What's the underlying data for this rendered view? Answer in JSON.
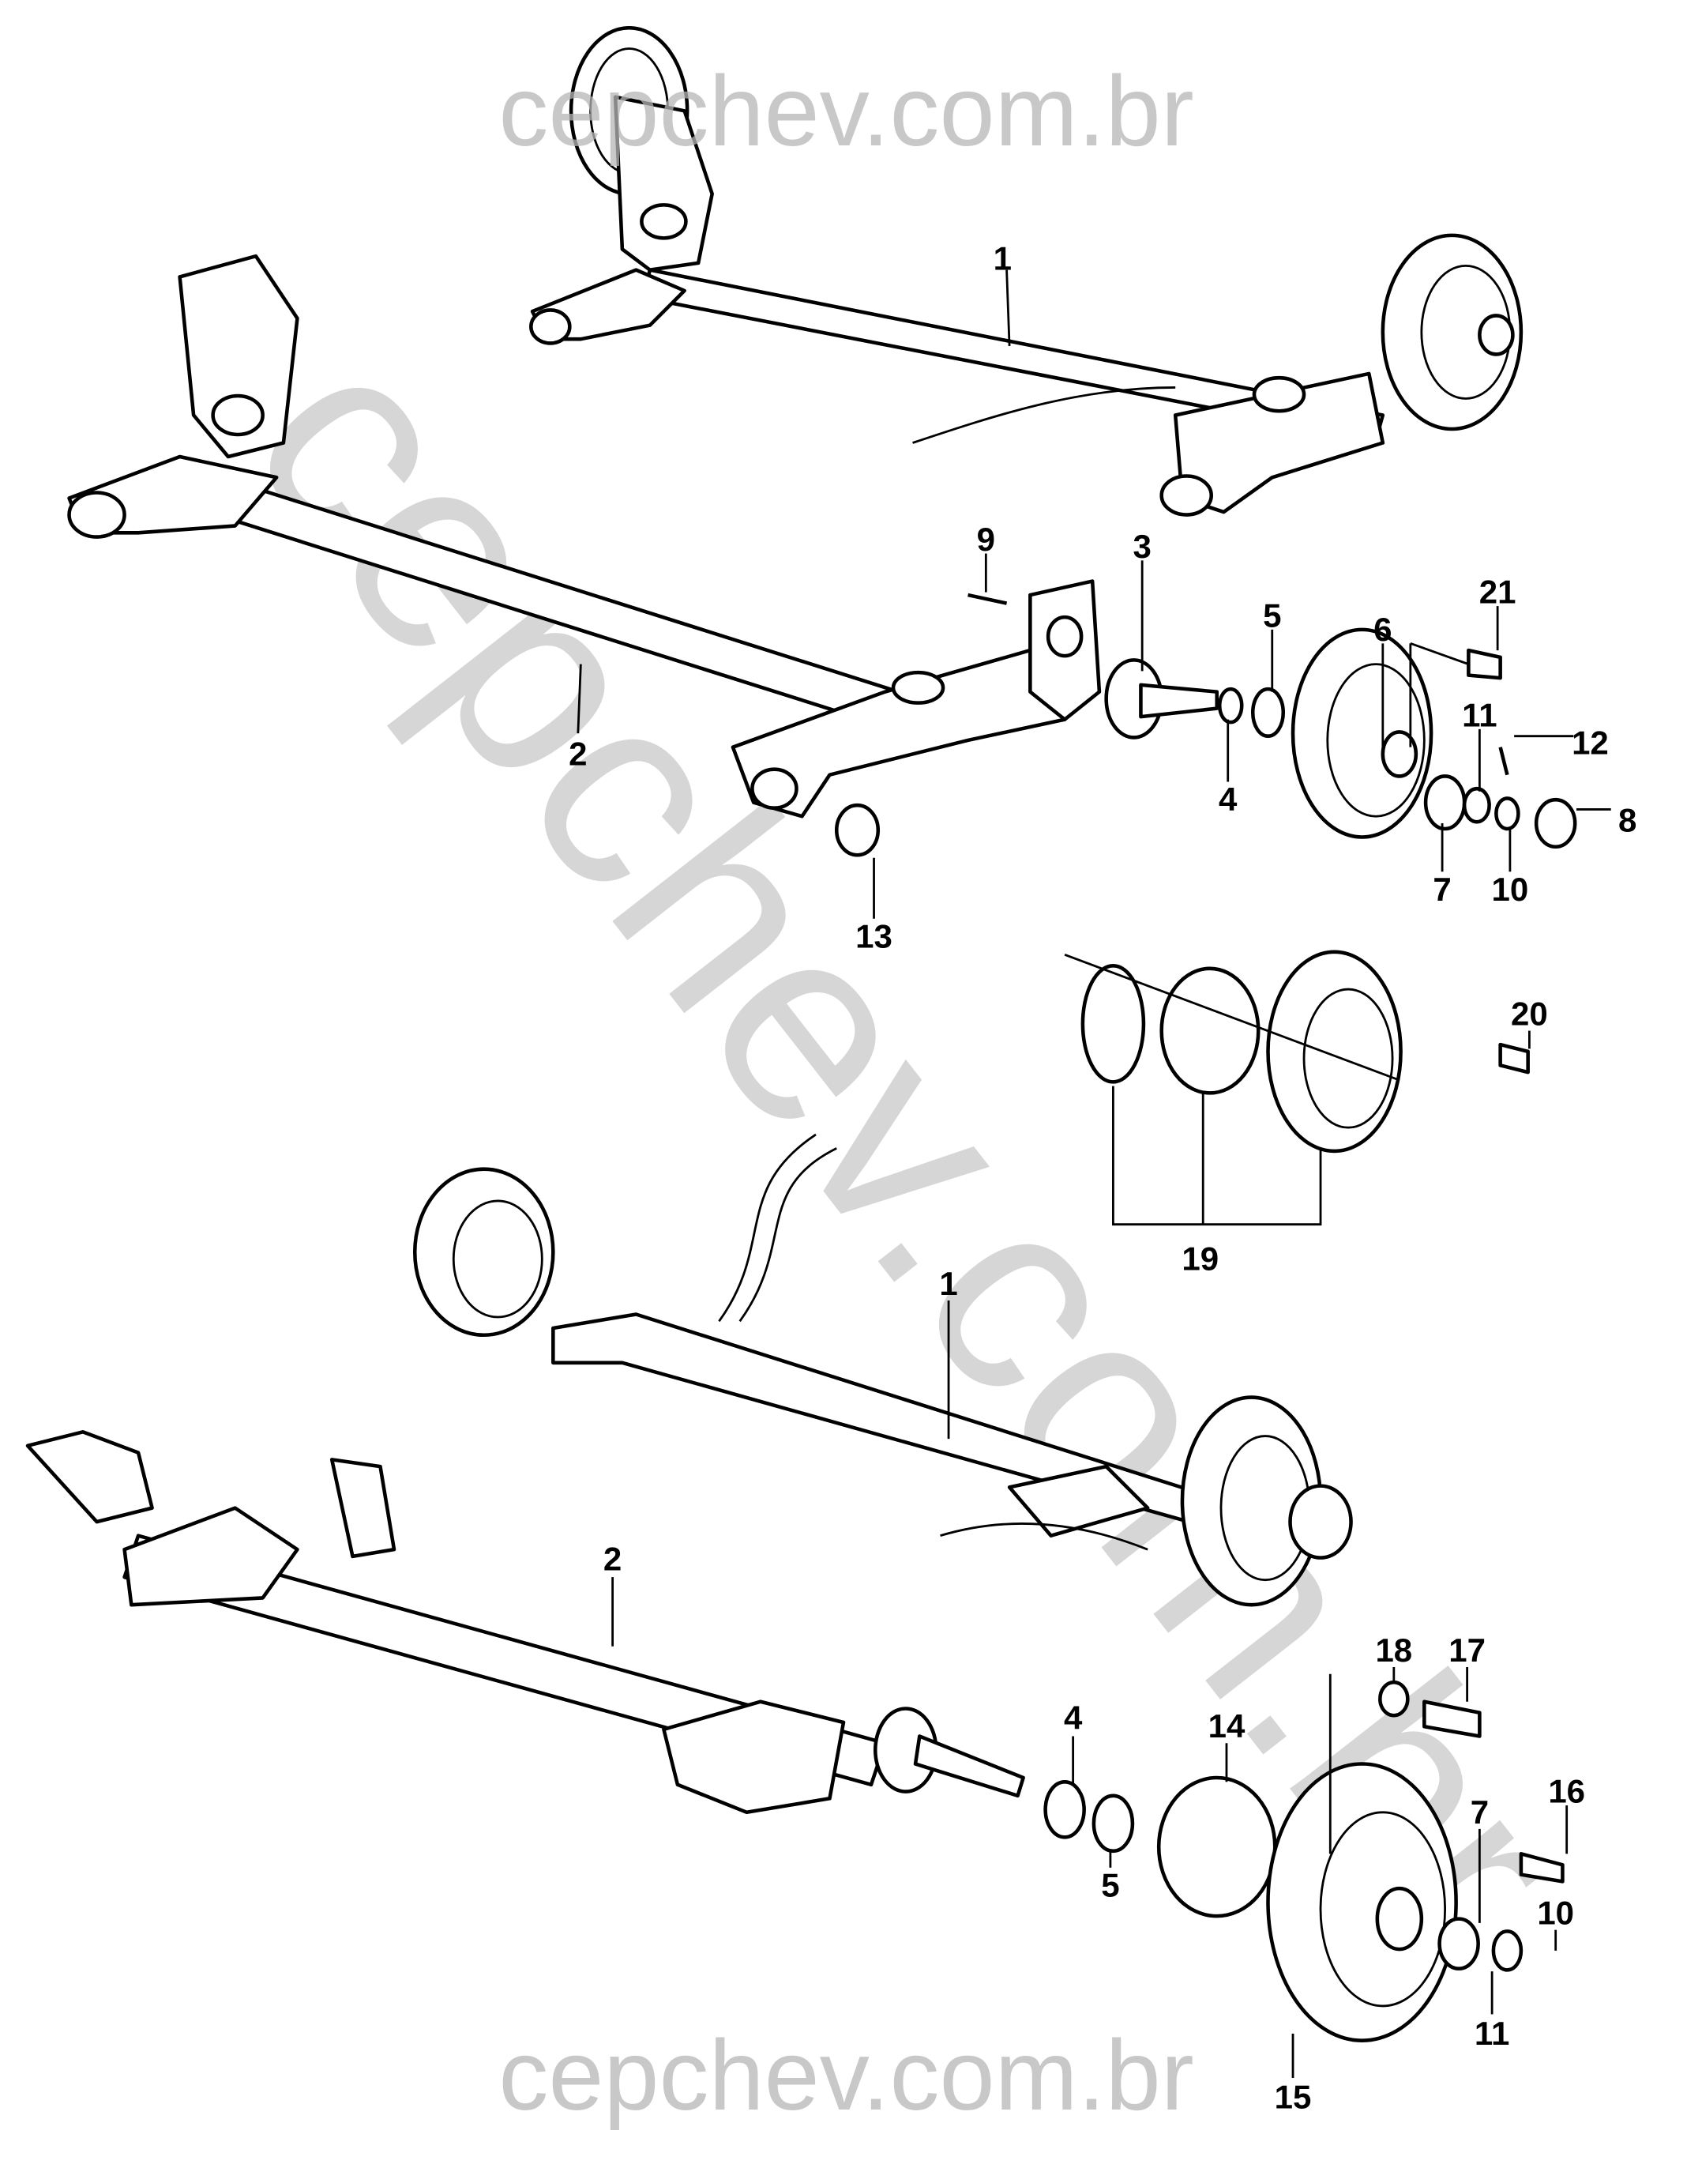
{
  "watermark": {
    "top": "cepchev.com.br",
    "diagonal": "cepchev.com.br",
    "bottom": "cepchev.com.br"
  },
  "upper_assembly": {
    "labels": {
      "axle_1": "1",
      "axle_2": "2",
      "stub_axle_3": "3",
      "bearing_4": "4",
      "bearing_5": "5",
      "drum_6": "6",
      "washer_7": "7",
      "cap_8": "8",
      "bolt_9": "9",
      "nut_10": "10",
      "washer_11": "11",
      "cotter_pin_12": "12",
      "bushing_13": "13",
      "bolt_21": "21"
    }
  },
  "abs_hub_assembly": {
    "labels": {
      "hub_set_19": "19",
      "bolt_20": "20"
    }
  },
  "lower_assembly": {
    "labels": {
      "axle_1": "1",
      "axle_2": "2",
      "bearing_4": "4",
      "bearing_5": "5",
      "hub_14": "14",
      "drum_15": "15",
      "bolt_16": "16",
      "bolt_17": "17",
      "washer_18": "18",
      "washer_7": "7",
      "nut_10": "10",
      "washer_11": "11"
    }
  }
}
